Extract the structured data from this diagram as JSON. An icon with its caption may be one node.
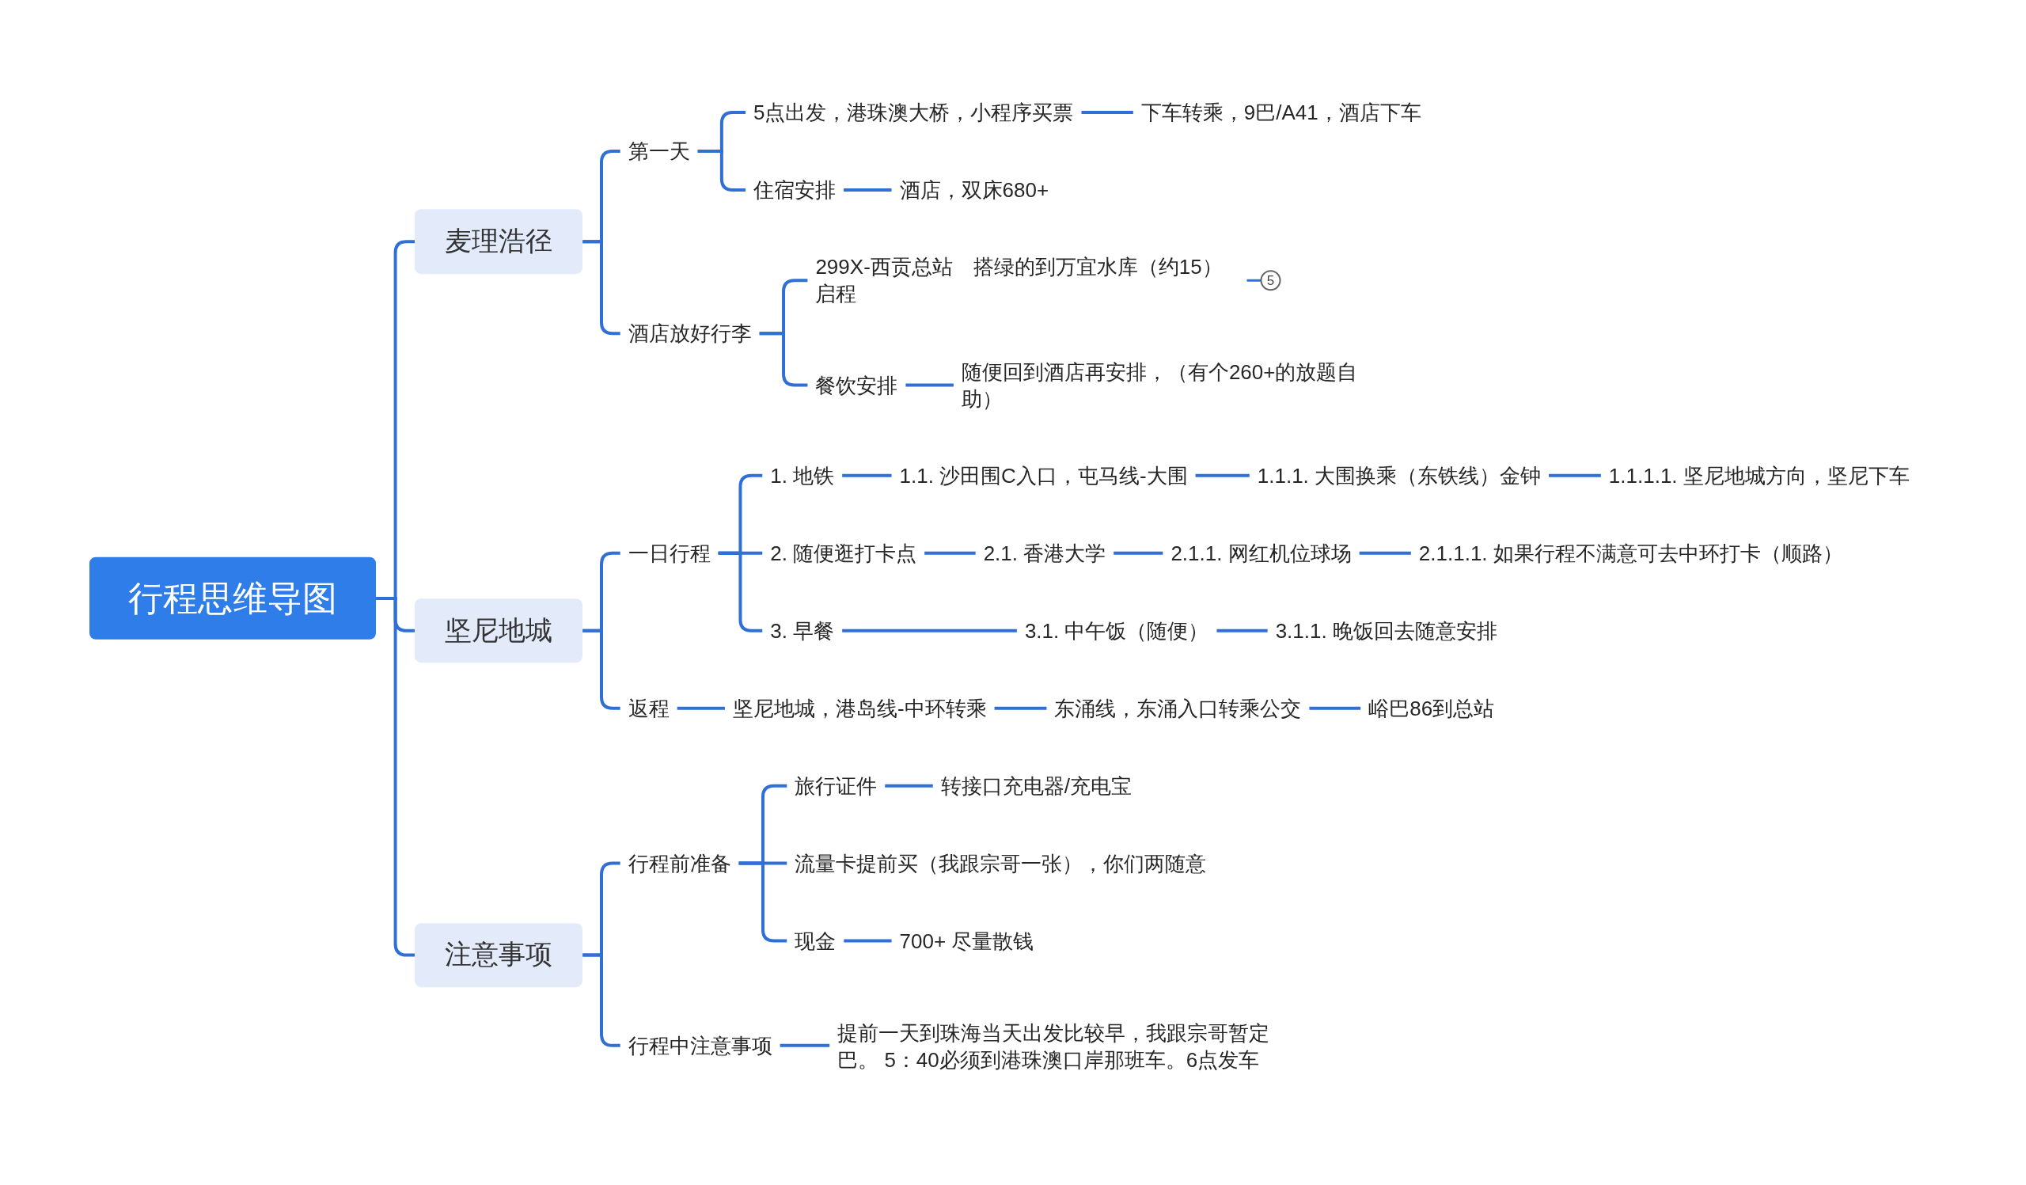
{
  "diagram": {
    "nodes": [
      {
        "text": [
          "行程思维导图"
        ]
      },
      {
        "text": [
          "麦理浩径"
        ]
      },
      {
        "text": [
          "第一天"
        ]
      },
      {
        "text": [
          "5点出发，港珠澳大桥，小程序买票"
        ]
      },
      {
        "text": [
          "下车转乘，9巴/A41，酒店下车"
        ]
      },
      {
        "text": [
          "住宿安排"
        ]
      },
      {
        "text": [
          "酒店，双床680+"
        ]
      },
      {
        "text": [
          "酒店放好行李"
        ]
      },
      {
        "text": [
          "299X-西贡总站　搭绿的到万宜水库（约15）启程"
        ]
      },
      {
        "text": [
          "餐饮安排"
        ]
      },
      {
        "text": [
          "随便回到酒店再安排，（有个260+的放题自助）"
        ]
      },
      {
        "text": [
          "坚尼地城"
        ]
      },
      {
        "text": [
          "一日行程"
        ]
      },
      {
        "text": [
          "1.  地铁"
        ]
      },
      {
        "text": [
          "1.1.  沙田围C入口，屯马线-大围"
        ]
      },
      {
        "text": [
          "1.1.1.  大围换乘（东铁线）金钟"
        ]
      },
      {
        "text": [
          "1.1.1.1.  坚尼地城方向，坚尼下车"
        ]
      },
      {
        "text": [
          "2.  随便逛打卡点"
        ]
      },
      {
        "text": [
          "2.1.  香港大学"
        ]
      },
      {
        "text": [
          "2.1.1.  网红机位球场"
        ]
      },
      {
        "text": [
          "2.1.1.1.  如果行程不满意可去中环打卡（顺路）"
        ]
      },
      {
        "text": [
          "3.  早餐"
        ]
      },
      {
        "text": [
          "3.1.  中午饭（随便）"
        ]
      },
      {
        "text": [
          "3.1.1.  晚饭回去随意安排"
        ]
      },
      {
        "text": [
          "返程"
        ]
      },
      {
        "text": [
          "坚尼地城，港岛线-中环转乘"
        ]
      },
      {
        "text": [
          "东涌线，东涌入口转乘公交"
        ]
      },
      {
        "text": [
          "峪巴86到总站"
        ]
      },
      {
        "text": [
          "注意事项"
        ]
      },
      {
        "text": [
          "行程前准备"
        ]
      },
      {
        "text": [
          "旅行证件"
        ]
      },
      {
        "text": [
          "转接口充电器/充电宝"
        ]
      },
      {
        "text": [
          "流量卡提前买（我跟宗哥一张），你们两随意"
        ]
      },
      {
        "text": [
          "现金"
        ]
      },
      {
        "text": [
          "700+  尽量散钱"
        ]
      },
      {
        "text": [
          "行程中注意事项"
        ]
      },
      {
        "text": [
          "提前一天到珠海当天出发比较早，我跟宗哥暂定巴。  5：40必须到港珠澳口岸那班车。6点发车"
        ]
      }
    ],
    "edges": [
      {
        "from": 0,
        "to": 1,
        "arrow": "none"
      },
      {
        "from": 0,
        "to": 11,
        "arrow": "none"
      },
      {
        "from": 0,
        "to": 28,
        "arrow": "none"
      },
      {
        "from": 1,
        "to": 2,
        "arrow": "none"
      },
      {
        "from": 1,
        "to": 7,
        "arrow": "none"
      },
      {
        "from": 2,
        "to": 3,
        "arrow": "none"
      },
      {
        "from": 3,
        "to": 4,
        "arrow": "none"
      },
      {
        "from": 2,
        "to": 5,
        "arrow": "none"
      },
      {
        "from": 5,
        "to": 6,
        "arrow": "none"
      },
      {
        "from": 7,
        "to": 8,
        "arrow": "none"
      },
      {
        "from": 7,
        "to": 9,
        "arrow": "none"
      },
      {
        "from": 9,
        "to": 10,
        "arrow": "none"
      },
      {
        "from": 11,
        "to": 12,
        "arrow": "none"
      },
      {
        "from": 11,
        "to": 24,
        "arrow": "none"
      },
      {
        "from": 12,
        "to": 13,
        "arrow": "none"
      },
      {
        "from": 13,
        "to": 14,
        "arrow": "none"
      },
      {
        "from": 14,
        "to": 15,
        "arrow": "none"
      },
      {
        "from": 15,
        "to": 16,
        "arrow": "none"
      },
      {
        "from": 12,
        "to": 17,
        "arrow": "none"
      },
      {
        "from": 17,
        "to": 18,
        "arrow": "none"
      },
      {
        "from": 18,
        "to": 19,
        "arrow": "none"
      },
      {
        "from": 19,
        "to": 20,
        "arrow": "none"
      },
      {
        "from": 12,
        "to": 21,
        "arrow": "none"
      },
      {
        "from": 21,
        "to": 22,
        "arrow": "none"
      },
      {
        "from": 22,
        "to": 23,
        "arrow": "none"
      },
      {
        "from": 24,
        "to": 25,
        "arrow": "none"
      },
      {
        "from": 25,
        "to": 26,
        "arrow": "none"
      },
      {
        "from": 26,
        "to": 27,
        "arrow": "none"
      },
      {
        "from": 28,
        "to": 29,
        "arrow": "none"
      },
      {
        "from": 28,
        "to": 35,
        "arrow": "none"
      },
      {
        "from": 29,
        "to": 30,
        "arrow": "none"
      },
      {
        "from": 30,
        "to": 31,
        "arrow": "none"
      },
      {
        "from": 29,
        "to": 32,
        "arrow": "none"
      },
      {
        "from": 29,
        "to": 33,
        "arrow": "none"
      },
      {
        "from": 33,
        "to": 34,
        "arrow": "none"
      },
      {
        "from": 35,
        "to": 36,
        "arrow": "none"
      }
    ],
    "labels": [
      "5"
    ]
  }
}
